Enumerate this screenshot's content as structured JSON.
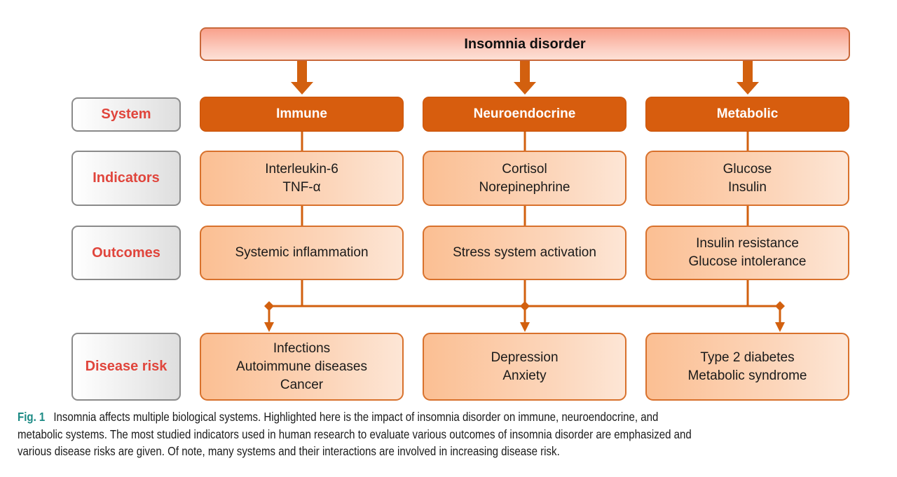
{
  "diagram": {
    "root": "Insomnia disorder",
    "row_labels": {
      "system": "System",
      "indicators": "Indicators",
      "outcomes": "Outcomes",
      "disease_risk": "Disease risk"
    },
    "columns": [
      {
        "system": "Immune",
        "indicators": [
          "Interleukin-6",
          "TNF-α"
        ],
        "outcomes": [
          "Systemic inflammation"
        ],
        "disease_risk": [
          "Infections",
          "Autoimmune diseases",
          "Cancer"
        ]
      },
      {
        "system": "Neuroendocrine",
        "indicators": [
          "Cortisol",
          "Norepinephrine"
        ],
        "outcomes": [
          "Stress system activation"
        ],
        "disease_risk": [
          "Depression",
          "Anxiety"
        ]
      },
      {
        "system": "Metabolic",
        "indicators": [
          "Glucose",
          "Insulin"
        ],
        "outcomes": [
          "Insulin resistance",
          "Glucose intolerance"
        ],
        "disease_risk": [
          "Type 2 diabetes",
          "Metabolic syndrome"
        ]
      }
    ],
    "colors": {
      "system_fill": "#d75d0e",
      "connector": "#d2600f",
      "label_text": "#e0453c",
      "caption_label": "#1b8a84"
    }
  },
  "caption": {
    "label": "Fig. 1",
    "lines": [
      "Insomnia affects multiple biological systems. Highlighted here is the impact of insomnia disorder on immune, neuroendocrine, and",
      "metabolic systems. The most studied indicators used in human research to evaluate various outcomes of insomnia disorder are emphasized and",
      "various disease risks are given. Of note, many systems and their interactions are involved in increasing disease risk."
    ]
  }
}
